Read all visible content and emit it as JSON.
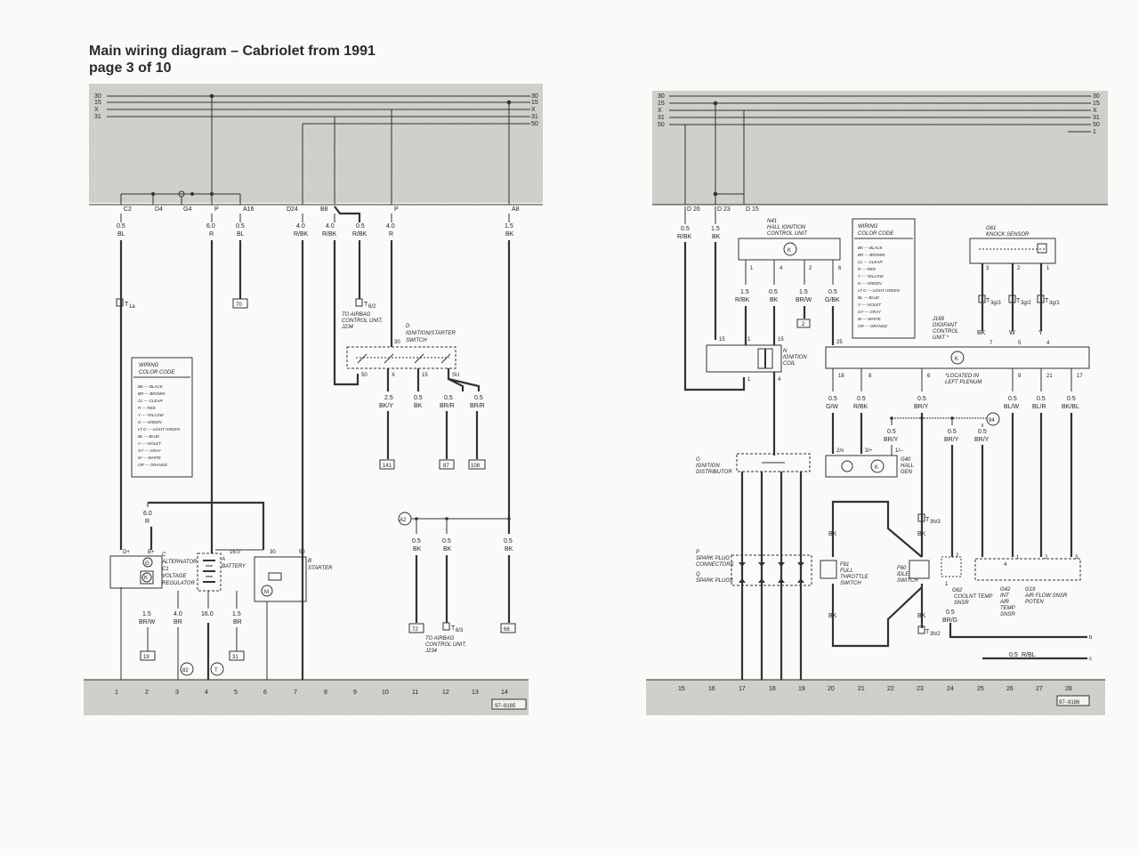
{
  "title": {
    "line1": "Main wiring diagram – Cabriolet from 1991",
    "line2": "page 3 of 10"
  },
  "colors": {
    "band": "#cfcfcb",
    "wire": "#333333",
    "paper": "#fafaf8"
  },
  "left": {
    "bus_left": [
      "30",
      "15",
      "X",
      "31"
    ],
    "bus_right": [
      "30",
      "15",
      "X",
      "31",
      "50"
    ],
    "terminals": [
      "C2",
      "D4",
      "G4",
      "P",
      "A16",
      "D24",
      "B8",
      "P",
      "A8"
    ],
    "wires": [
      {
        "g": "0.5",
        "c": "BL"
      },
      {
        "g": "6.0",
        "c": "R"
      },
      {
        "g": "0.5",
        "c": "BL"
      },
      {
        "g": "4.0",
        "c": "R/BK"
      },
      {
        "g": "4.0",
        "c": "R/BK"
      },
      {
        "g": "0.5",
        "c": "R/BK"
      },
      {
        "g": "4.0",
        "c": "R"
      },
      {
        "g": "1.5",
        "c": "BK"
      }
    ],
    "tw": {
      "main": "T",
      "sub": "1a"
    },
    "t6": {
      "main": "T",
      "sub": "6/2"
    },
    "t6b": {
      "main": "T",
      "sub": "6/3"
    },
    "boxes": [
      "70",
      "141",
      "87",
      "108",
      "19",
      "31",
      "72",
      "68"
    ],
    "circles": [
      "82",
      "T",
      "A2"
    ],
    "airbag1": [
      "TO AIRBAG",
      "CONTROL UNIT,",
      "J234"
    ],
    "airbag2": [
      "TO AIRBAG",
      "CONTROL UNIT,",
      "J234"
    ],
    "ign": {
      "code": "D",
      "name": "IGNITION/STARTER",
      "name2": "SWITCH",
      "t30": "30",
      "t50": "50",
      "tx": "X",
      "t15": "15",
      "tsu": "SU"
    },
    "ign_wires": [
      {
        "g": "2.5",
        "c": "BK/Y"
      },
      {
        "g": "0.5",
        "c": "BK"
      },
      {
        "g": "0.5",
        "c": "BR/R"
      },
      {
        "g": "0.5",
        "c": "BR/R"
      }
    ],
    "lower_wires": [
      {
        "g": "6.0",
        "c": "R"
      },
      {
        "g": "0.5",
        "c": "BK"
      },
      {
        "g": "0.5",
        "c": "BK"
      },
      {
        "g": "0.5",
        "c": "BK"
      }
    ],
    "bottom_wires": [
      {
        "g": "1.5",
        "c": "BR/W"
      },
      {
        "g": "4.0",
        "c": "BR"
      },
      {
        "g": "16.0",
        "c": ""
      },
      {
        "g": "1.5",
        "c": "BR"
      }
    ],
    "alt": {
      "c": "C",
      "cn": "ALTERNATOR",
      "c1": "C1",
      "c1n": "VOLTAGE",
      "c1n2": "REGULATOR",
      "dplus": "D+",
      "bplus": "B+"
    },
    "bat": {
      "code": "A",
      "name": "BATTERY",
      "g": "16.0"
    },
    "starter": {
      "code": "B",
      "name": "STARTER",
      "t30": "30",
      "t50": "50"
    },
    "legend": {
      "title": [
        "WIRING",
        "COLOR CODE"
      ],
      "items": [
        "BK — BLACK",
        "BR — BROWN",
        "CL — CLEAR",
        "R — RED",
        "Y — YELLOW",
        "G — GREEN",
        "LT G — LIGHT GREEN",
        "BL — BLUE",
        "V — VIOLET",
        "GY — GRAY",
        "W — WHITE",
        "OR — ORANGE"
      ]
    },
    "track": [
      "1",
      "2",
      "3",
      "4",
      "5",
      "6",
      "7",
      "8",
      "9",
      "10",
      "11",
      "12",
      "13",
      "14"
    ],
    "ref": "97–9185"
  },
  "right": {
    "bus_left": [
      "30",
      "15",
      "X",
      "31",
      "50"
    ],
    "bus_right": [
      "30",
      "15",
      "X",
      "31",
      "50",
      "1"
    ],
    "terminals": [
      "D 26",
      "D 23",
      "D 15"
    ],
    "wires_top": [
      {
        "g": "0.5",
        "c": "R/BK"
      },
      {
        "g": "1.5",
        "c": "BK"
      }
    ],
    "n41": {
      "code": "N41",
      "name": "HALL IGNITION",
      "name2": "CONTROL UNIT",
      "p1": "1",
      "p4": "4",
      "p2": "2",
      "p6": "6"
    },
    "n41_wires": [
      {
        "g": "1.5",
        "c": "R/BK"
      },
      {
        "g": "0.5",
        "c": "BK"
      },
      {
        "g": "1.5",
        "c": "BR/W"
      },
      {
        "g": "0.5",
        "c": "G/BK"
      }
    ],
    "box2": "2",
    "legend": {
      "title": [
        "WIRING",
        "COLOR CODE"
      ],
      "items": [
        "BK — BLACK",
        "BR — BROWN",
        "CL — CLEAR",
        "R — RED",
        "Y — YELLOW",
        "G — GREEN",
        "LT G — LIGHT GREEN",
        "BL — BLUE",
        "V — VIOLET",
        "GY — GRAY",
        "W — WHITE",
        "OR — ORANGE"
      ]
    },
    "g61": {
      "code": "G61",
      "name": "KNOCK SENSOR",
      "p3": "3",
      "p2": "2",
      "p1": "1"
    },
    "t3g": [
      {
        "main": "T",
        "sub": "3g/3"
      },
      {
        "main": "T",
        "sub": "3g/2"
      },
      {
        "main": "T",
        "sub": "3g/1"
      }
    ],
    "g61_wires": [
      {
        "g": "",
        "c": "BK",
        "p": "7"
      },
      {
        "g": "",
        "c": "W",
        "p": "5"
      },
      {
        "g": "",
        "c": "Y",
        "p": "4"
      }
    ],
    "j169": {
      "code": "J169",
      "name": "DIGIFANT",
      "name2": "CONTROL",
      "name3": "UNIT *",
      "p25": "25",
      "note": "*LOCATED IN",
      "note2": "LEFT PLENUM"
    },
    "coil": {
      "code": "N",
      "name": "IGNITION",
      "name2": "COIL",
      "p15": "15",
      "p1": "1",
      "p4": "4",
      "p15b": "15",
      "p1b": "1"
    },
    "j_pins": [
      "18",
      "8",
      "6",
      "9",
      "21",
      "17"
    ],
    "j_wires": [
      {
        "g": "0.5",
        "c": "G/W"
      },
      {
        "g": "0.5",
        "c": "R/BK"
      },
      {
        "g": "0.5",
        "c": "BR/Y"
      },
      {
        "g": "0.5",
        "c": "BL/W"
      },
      {
        "g": "0.5",
        "c": "BL/R"
      },
      {
        "g": "0.5",
        "c": "BK/BL"
      }
    ],
    "mid_wires": [
      {
        "g": "0.5",
        "c": "BR/Y"
      },
      {
        "g": "0.5",
        "c": "BR/Y"
      },
      {
        "g": "0.5",
        "c": "BR/Y"
      }
    ],
    "c94": "94",
    "g40": {
      "code": "G40",
      "name": "HALL",
      "name2": "GEN",
      "p2": "2/o",
      "p3": "3/+",
      "p1": "1/–"
    },
    "dist": {
      "code": "O",
      "name": "IGNITION",
      "name2": "DISTRIBUTOR"
    },
    "t3h3": {
      "main": "T",
      "sub": "3h/3"
    },
    "t3h2": {
      "main": "T",
      "sub": "3h/2"
    },
    "bk_labels": [
      "BK",
      "BK",
      "BK",
      "BK"
    ],
    "plugs": {
      "p": "P",
      "pn": "SPARK PLUG",
      "pn2": "CONNECTORS",
      "q": "Q",
      "qn": "SPARK PLUGS"
    },
    "f81": {
      "code": "F81",
      "name": "FULL",
      "name2": "THROTTLE",
      "name3": "SWITCH"
    },
    "f60": {
      "code": "F60",
      "name": "IDLE",
      "name2": "SWITCH"
    },
    "g62": {
      "code": "G62",
      "name": "COOLNT TEMP",
      "name2": "SNSR",
      "p1": "1",
      "p2": "2"
    },
    "g42": {
      "code": "G42",
      "name": "INT",
      "name2": "AIR",
      "name3": "TEMP",
      "name4": "SNSR",
      "p4": "4"
    },
    "g19": {
      "code": "G19",
      "name": "AIR FLOW SNSR",
      "name2": "POTEN",
      "p1": "1",
      "p2": "2",
      "p3": "3"
    },
    "brg": {
      "g": "0.5",
      "c": "BR/G"
    },
    "rbl": {
      "g": "0.5",
      "c": "R/BL"
    },
    "ends": [
      "b",
      "c"
    ],
    "track": [
      "15",
      "16",
      "17",
      "18",
      "19",
      "20",
      "21",
      "22",
      "23",
      "24",
      "25",
      "26",
      "27",
      "28"
    ],
    "ref": "97–9186"
  }
}
